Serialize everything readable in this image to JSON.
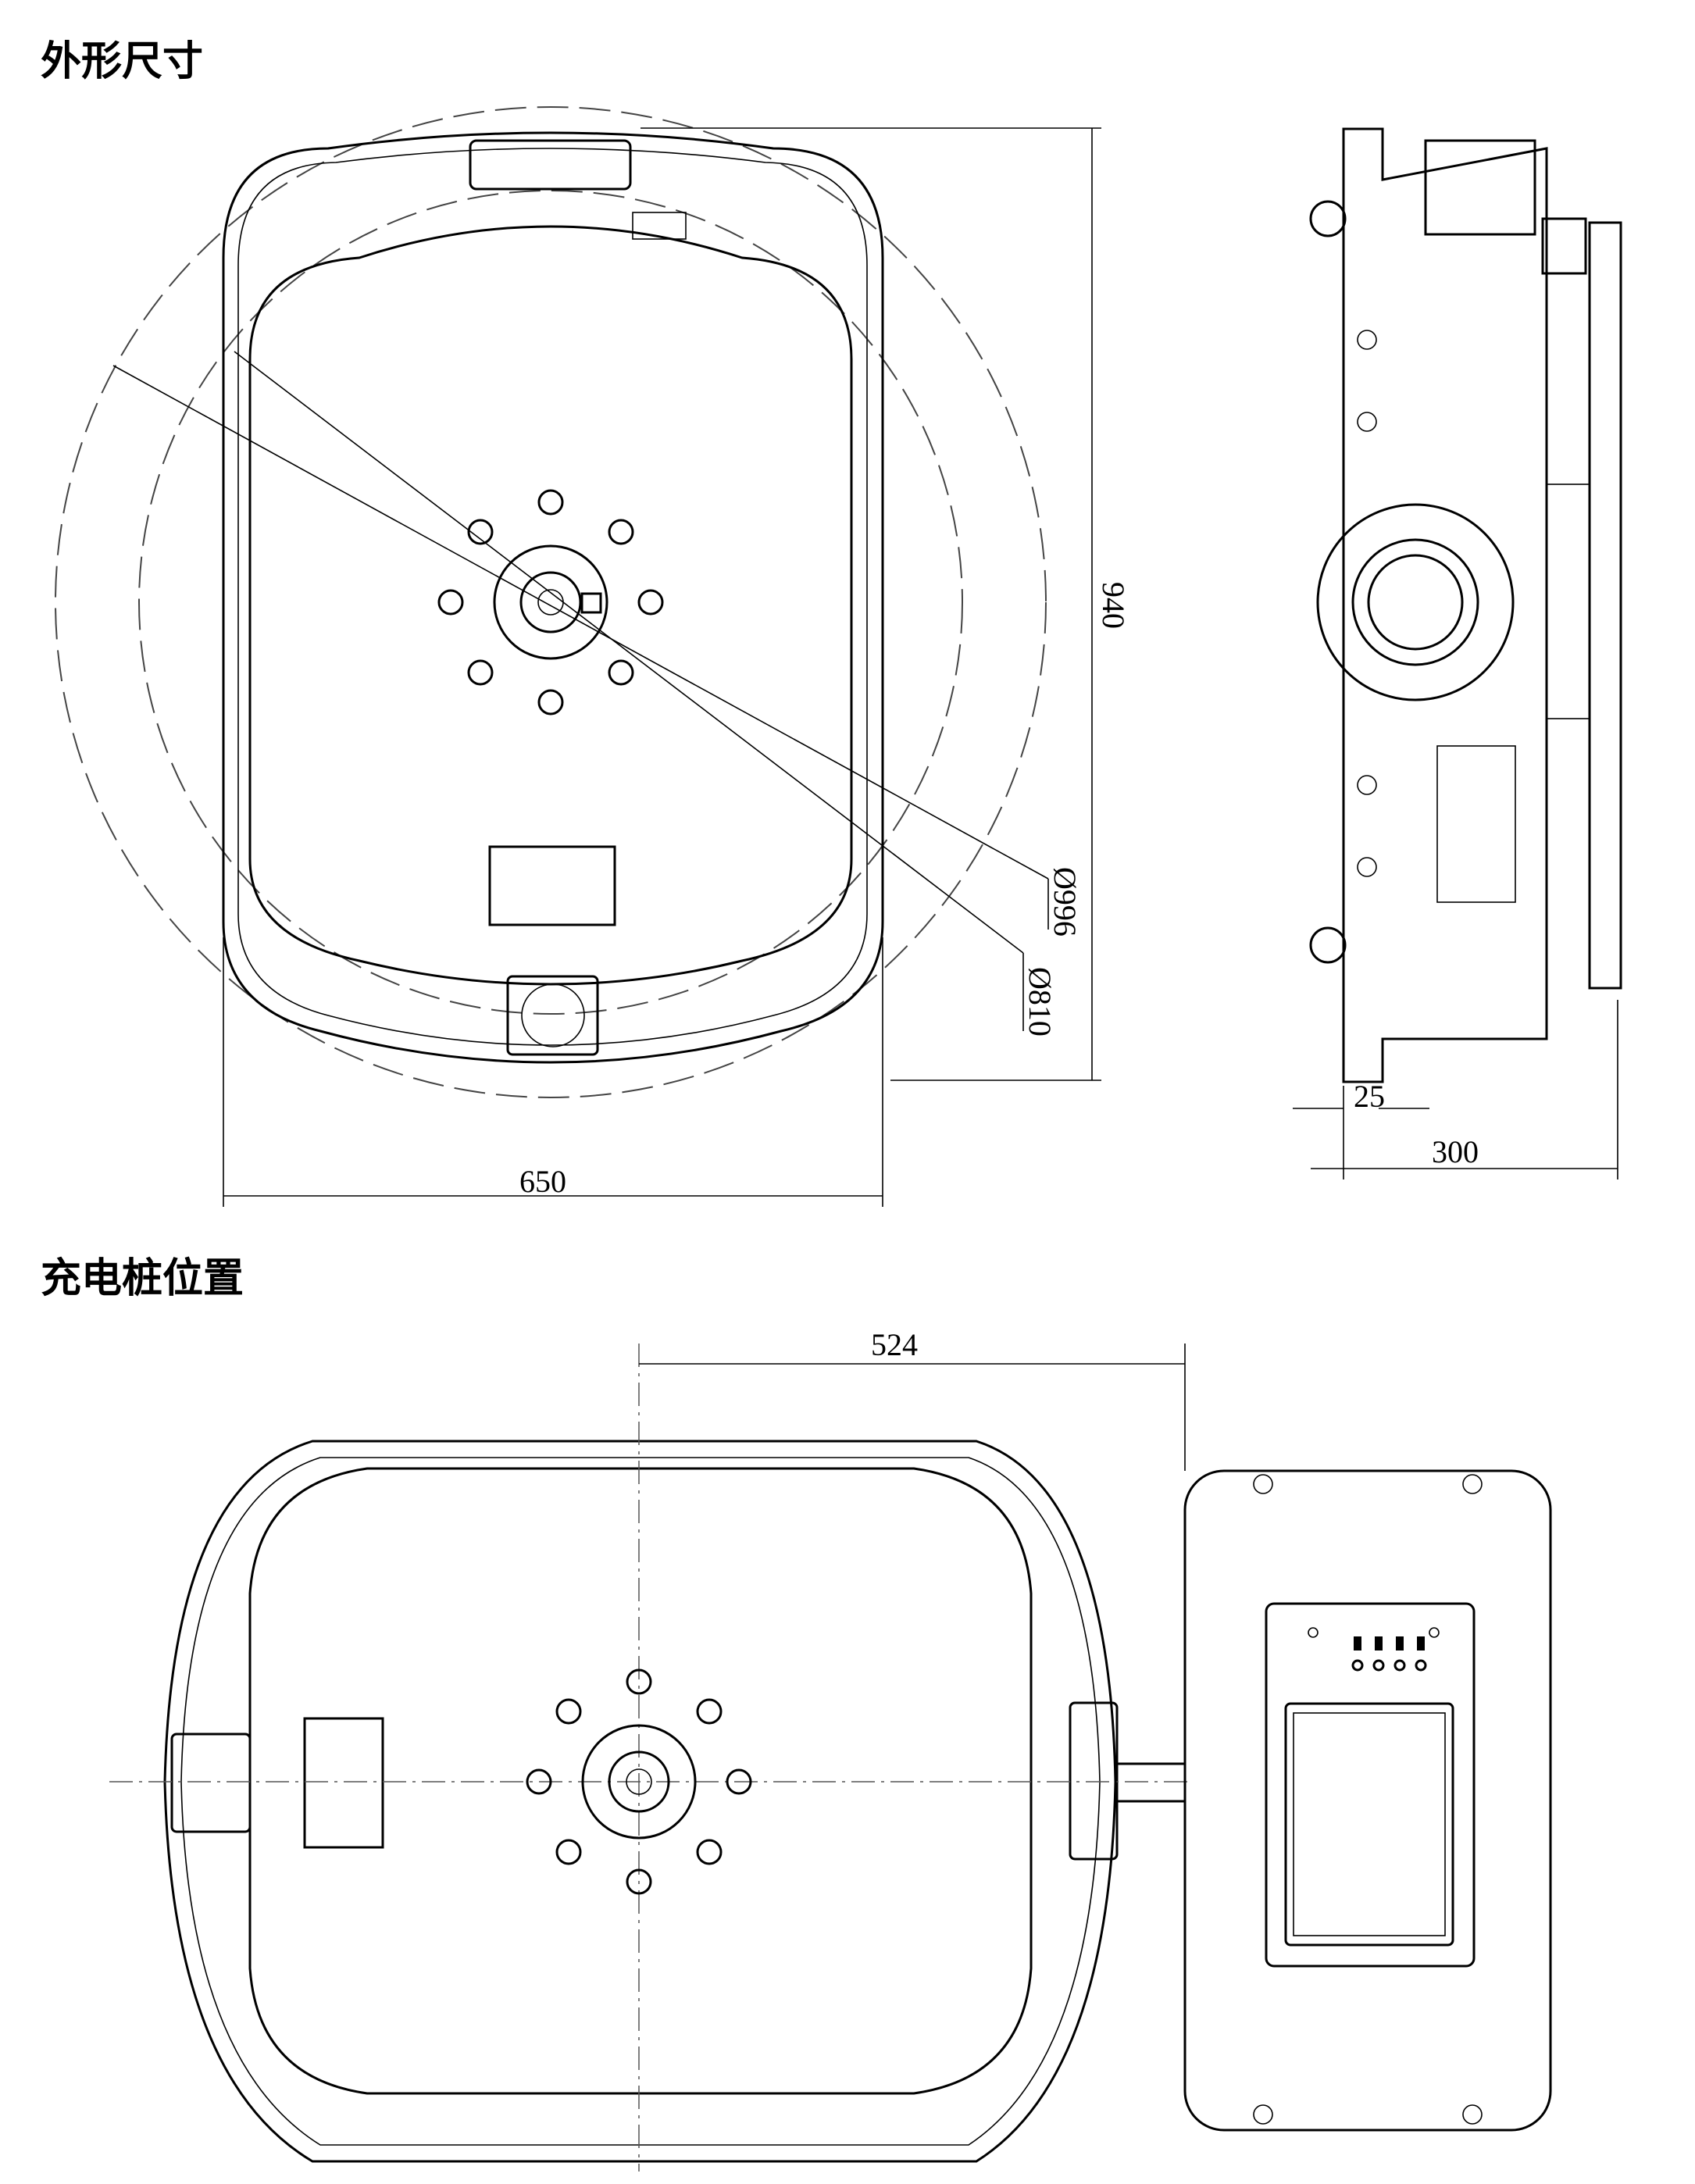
{
  "sections": {
    "dimensions_title": "外形尺寸",
    "charging_title": "充电桩位置"
  },
  "dimensions": {
    "height": "940",
    "width": "650",
    "outer_diameter": "Ø996",
    "inner_diameter": "Ø810",
    "side_offset": "25",
    "side_depth": "300",
    "charging_distance": "524"
  }
}
